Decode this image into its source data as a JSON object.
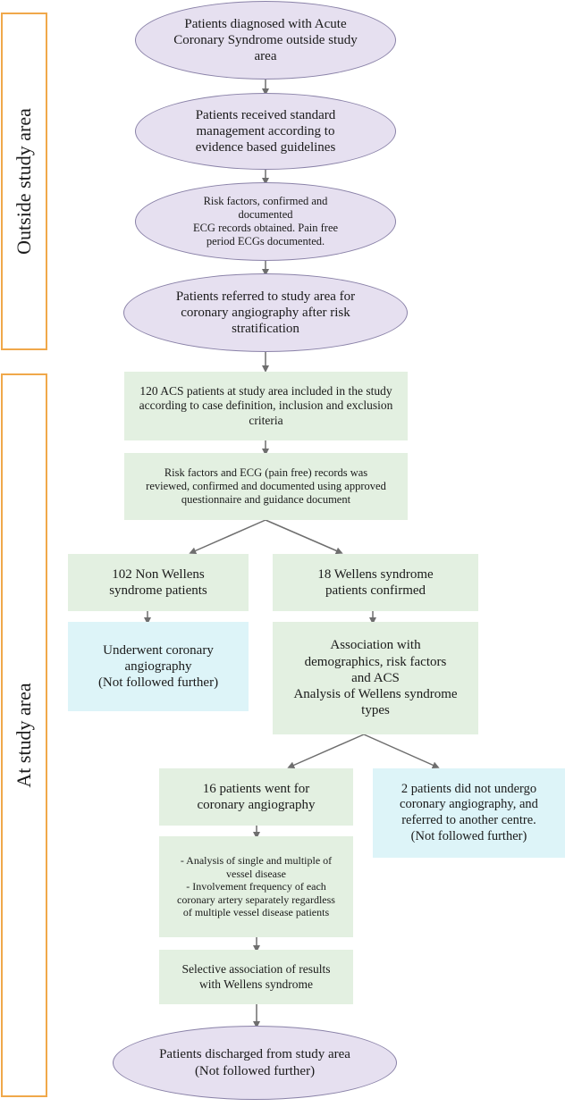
{
  "side_labels": {
    "outside": "Outside study area",
    "inside": "At study area"
  },
  "steps": {
    "diagnosed": "Patients diagnosed with Acute\nCoronary Syndrome outside study\narea",
    "standard_mgmt": "Patients received standard\nmanagement according to\nevidence based guidelines",
    "risk_factors": "Risk factors, confirmed and\ndocumented\nECG records obtained. Pain free\nperiod ECGs documented.",
    "referred": "Patients referred to study area for\ncoronary angiography after risk\nstratification",
    "included": "120 ACS patients at study area included in the study\naccording to case definition, inclusion and exclusion\ncriteria",
    "reviewed": "Risk factors and ECG (pain free) records was\nreviewed, confirmed and documented using approved\nquestionnaire and guidance document",
    "non_wellens": "102 Non Wellens\nsyndrome patients",
    "wellens": "18 Wellens syndrome\npatients confirmed",
    "non_wellens_angio": "Underwent coronary\nangiography\n(Not followed further)",
    "association": "Association with\ndemographics, risk factors\nand ACS\nAnalysis of Wellens syndrome\ntypes",
    "went_angio": "16 patients went for\ncoronary angiography",
    "no_angio": "2 patients did not undergo\ncoronary angiography, and\nreferred to another centre.\n(Not followed further)",
    "vessel_analysis": "- Analysis of single and multiple of\nvessel disease\n- Involvement frequency of each\ncoronary artery separately regardless\nof multiple vessel disease patients",
    "selective": "Selective association of results\nwith Wellens syndrome",
    "discharged": "Patients discharged from study area\n(Not followed further)"
  },
  "colors": {
    "side_border": "#f0a84a",
    "ellipse_fill": "#e6e0f0",
    "green_fill": "#e3f0e1",
    "blue_fill": "#ddf4f8",
    "arrow": "#6e6e6e"
  }
}
